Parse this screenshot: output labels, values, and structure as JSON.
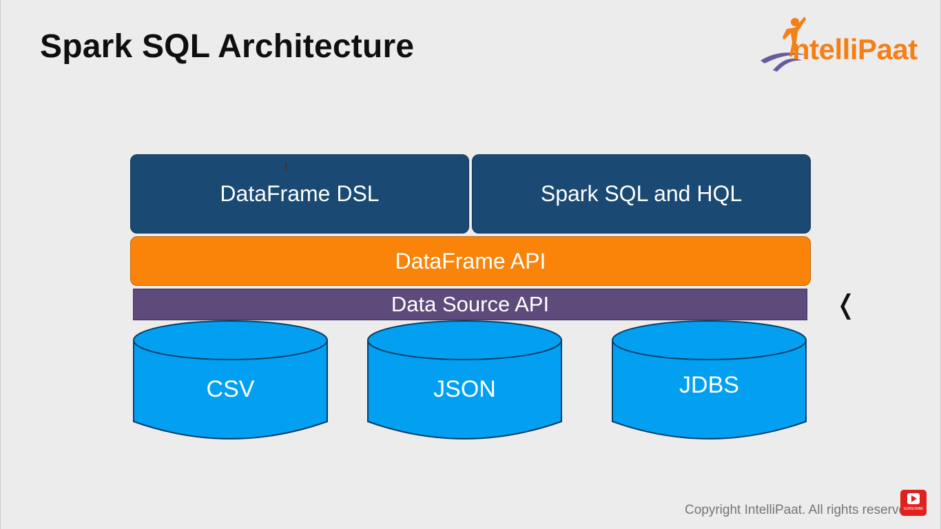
{
  "slide": {
    "title": "Spark SQL Architecture",
    "copyright": "Copyright IntelliPaat. All rights reserved"
  },
  "logo": {
    "text": "ntelliPaat",
    "icon": "intellipaat-figure-icon",
    "color": "#f57f17",
    "accent": "#6a5a9c"
  },
  "diagram": {
    "top_layer": [
      {
        "label": "DataFrame DSL",
        "color": "#1a4a73"
      },
      {
        "label": "Spark SQL and HQL",
        "color": "#1a4a73"
      }
    ],
    "dataframe_api": {
      "label": "DataFrame API",
      "color": "#f98409"
    },
    "data_source_api": {
      "label": "Data Source API",
      "color": "#5f4a7c"
    },
    "sources": [
      {
        "label": "CSV",
        "icon": "database-cylinder-icon",
        "color": "#03a0f2"
      },
      {
        "label": "JSON",
        "icon": "database-cylinder-icon",
        "color": "#03a0f2"
      },
      {
        "label": "JDBS",
        "icon": "database-cylinder-icon",
        "color": "#03a0f2"
      }
    ]
  },
  "overlay": {
    "cursor_glyph": "❬",
    "ibeam": "I",
    "youtube_caption": "SUBSCRIBE"
  }
}
